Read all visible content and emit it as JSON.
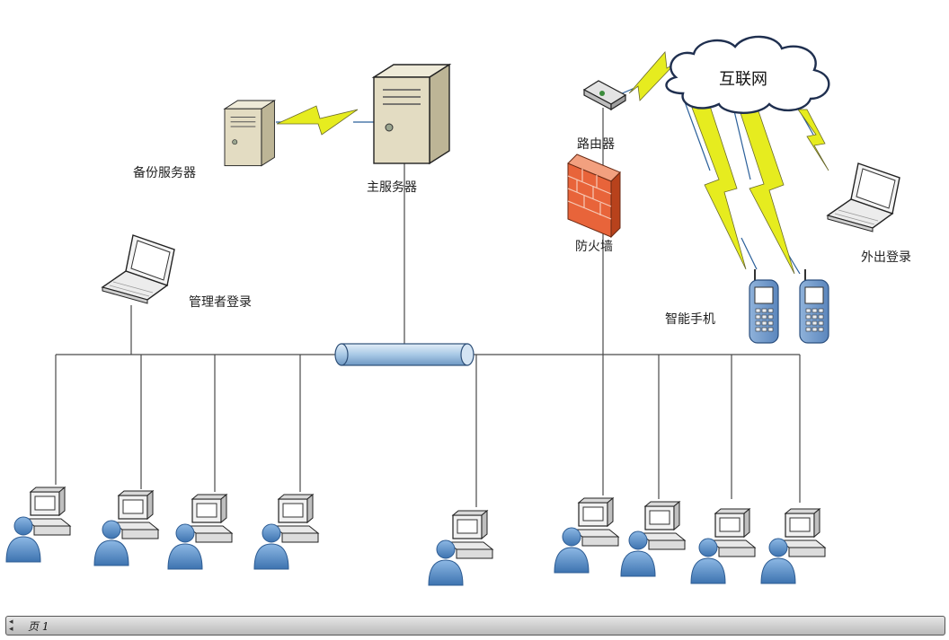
{
  "labels": {
    "backup_server": "备份服务器",
    "main_server": "主服务器",
    "router": "路由器",
    "firewall": "防火墙",
    "internet": "互联网",
    "remote_login": "外出登录",
    "admin_login": "管理者登录",
    "smartphone": "智能手机"
  },
  "status_bar": {
    "page_label": "页 1"
  },
  "colors": {
    "cable": "#4a4a4a",
    "pipe": "#a9c9e6",
    "firewall": "#e8643a",
    "lightning": "#e6ec1f",
    "user": "#4f86c0",
    "server": "#e3dcc2"
  }
}
